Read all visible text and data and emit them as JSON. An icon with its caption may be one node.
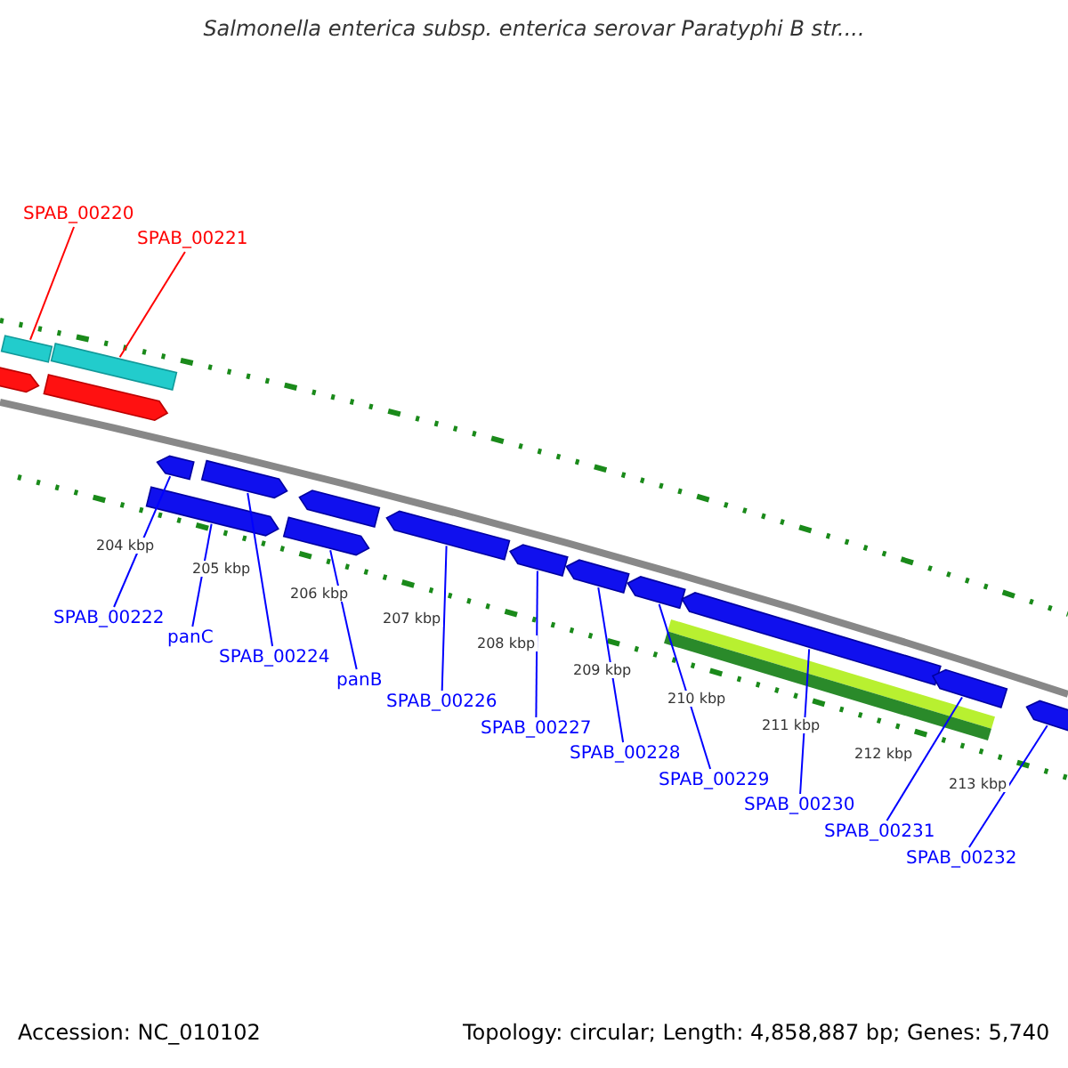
{
  "diagram": {
    "title": "Salmonella enterica subsp. enterica serovar Paratyphi B str....",
    "nodes": [
      {
        "text": [
          "SPAB_00220"
        ]
      },
      {
        "text": [
          "SPAB_00221"
        ]
      },
      {
        "text": [
          "SPAB_00222"
        ]
      },
      {
        "text": [
          "panC"
        ]
      },
      {
        "text": [
          "SPAB_00224"
        ]
      },
      {
        "text": [
          "panB"
        ]
      },
      {
        "text": [
          "SPAB_00226"
        ]
      },
      {
        "text": [
          "SPAB_00227"
        ]
      },
      {
        "text": [
          "SPAB_00228"
        ]
      },
      {
        "text": [
          "SPAB_00229"
        ]
      },
      {
        "text": [
          "SPAB_00230"
        ]
      },
      {
        "text": [
          "SPAB_00231"
        ]
      },
      {
        "text": [
          "SPAB_00232"
        ]
      },
      {
        "text": [],
        "shape": "bar"
      },
      {
        "text": [],
        "shape": "bar"
      },
      {
        "text": [],
        "shape": "bar"
      },
      {
        "text": [],
        "shape": "bar"
      },
      {
        "text": [],
        "shape": "bar"
      },
      {
        "text": [],
        "shape": "bar"
      },
      {
        "text": [],
        "shape": "bar"
      },
      {
        "text": [],
        "shape": "bar"
      },
      {
        "text": [],
        "shape": "bar"
      },
      {
        "text": [],
        "shape": "bar"
      },
      {
        "text": [],
        "shape": "bar"
      },
      {
        "text": [],
        "shape": "bar"
      },
      {
        "text": [],
        "shape": "bar"
      },
      {
        "text": [],
        "shape": "bar"
      },
      {
        "text": [],
        "shape": "bar"
      },
      {
        "text": [],
        "shape": "bar"
      },
      {
        "text": [],
        "shape": "bar"
      }
    ],
    "edges": [
      {
        "from": 0,
        "to": 13,
        "arrow": "none",
        "color": "#ff0000"
      },
      {
        "from": 1,
        "to": 15,
        "arrow": "none",
        "color": "#ff0000"
      },
      {
        "from": 2,
        "to": 17,
        "arrow": "none"
      },
      {
        "from": 3,
        "to": 18,
        "arrow": "none"
      },
      {
        "from": 4,
        "to": 19,
        "arrow": "none"
      },
      {
        "from": 5,
        "to": 20,
        "arrow": "none"
      },
      {
        "from": 6,
        "to": 22,
        "arrow": "none"
      },
      {
        "from": 7,
        "to": 23,
        "arrow": "none"
      },
      {
        "from": 8,
        "to": 24,
        "arrow": "none"
      },
      {
        "from": 9,
        "to": 25,
        "arrow": "none"
      },
      {
        "from": 10,
        "to": 26,
        "arrow": "none"
      },
      {
        "from": 11,
        "to": 28,
        "arrow": "none"
      },
      {
        "from": 12,
        "to": 29,
        "arrow": "none"
      }
    ],
    "labels": [
      "204 kbp",
      "205 kbp",
      "206 kbp",
      "207 kbp",
      "208 kbp",
      "209 kbp",
      "210 kbp",
      "211 kbp",
      "212 kbp",
      "213 kbp",
      "Accession: NC_010102",
      "Topology: circular; Length: 4,858,887 bp; Genes: 5,740"
    ]
  }
}
